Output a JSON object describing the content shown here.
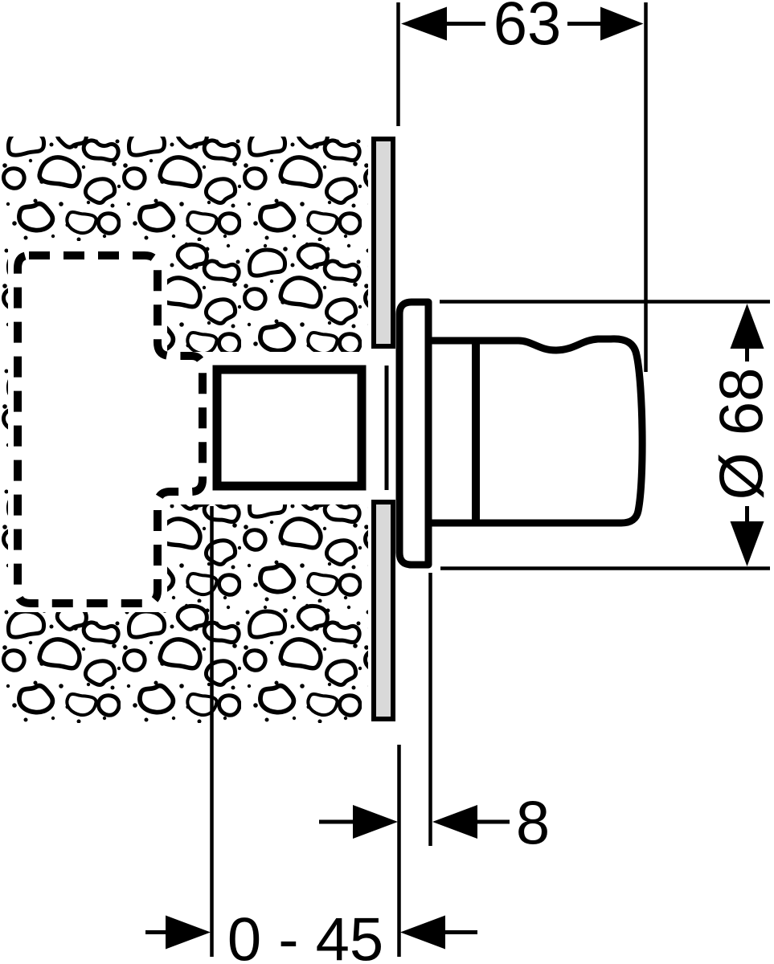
{
  "diagram": {
    "description": "Cross-section installation drawing of a concealed valve with escutcheon plate and handle",
    "background_color": "#ffffff",
    "line_color": "#000000",
    "plate_fill_color": "#d9d9d9",
    "dimensions": {
      "projection_width": {
        "label": "63"
      },
      "handle_diameter": {
        "label": "Ø 68"
      },
      "sleeve_offset": {
        "label": "8"
      },
      "mounting_depth_range": {
        "label": "0 - 45"
      }
    }
  }
}
